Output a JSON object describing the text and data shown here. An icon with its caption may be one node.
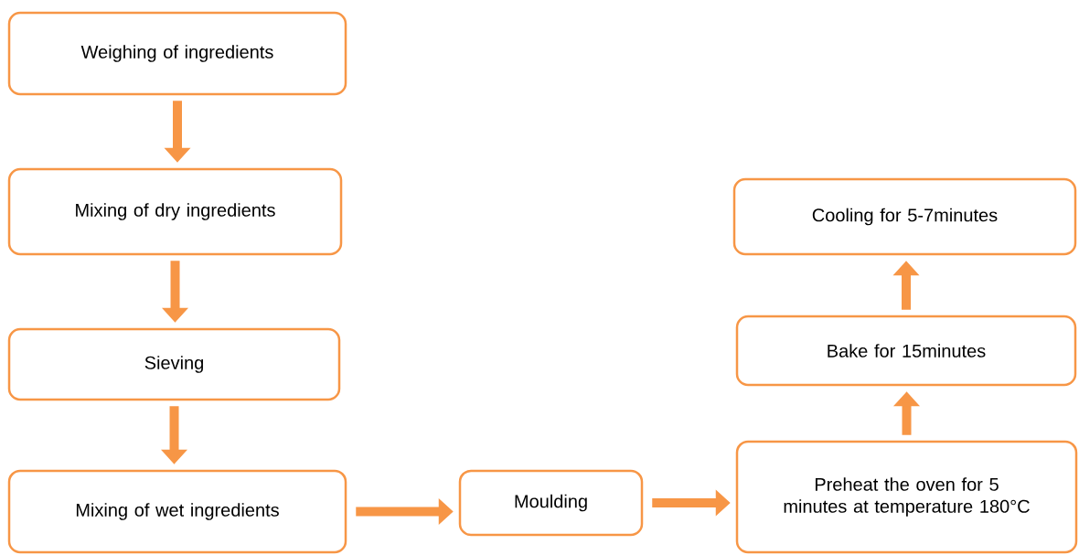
{
  "diagram": {
    "nodes": [
      {
        "text": [
          "Weighing of ingredients"
        ]
      },
      {
        "text": [
          "Mixing of dry ingredients"
        ]
      },
      {
        "text": [
          "Sieving"
        ]
      },
      {
        "text": [
          "Mixing of wet ingredients"
        ]
      },
      {
        "text": [
          "Moulding"
        ]
      },
      {
        "text": [
          "Preheat the oven for 5 minutes at temperature 180°C"
        ]
      },
      {
        "text": [
          "Bake for 15minutes"
        ]
      },
      {
        "text": [
          "Cooling for 5-7minutes"
        ]
      }
    ],
    "edges": [
      {
        "from": 0,
        "to": 1,
        "arrow": "to"
      },
      {
        "from": 1,
        "to": 2,
        "arrow": "to"
      },
      {
        "from": 2,
        "to": 3,
        "arrow": "to"
      },
      {
        "from": 3,
        "to": 4,
        "arrow": "to"
      },
      {
        "from": 4,
        "to": 5,
        "arrow": "to"
      },
      {
        "from": 5,
        "to": 6,
        "arrow": "to"
      },
      {
        "from": 6,
        "to": 7,
        "arrow": "to"
      }
    ]
  }
}
